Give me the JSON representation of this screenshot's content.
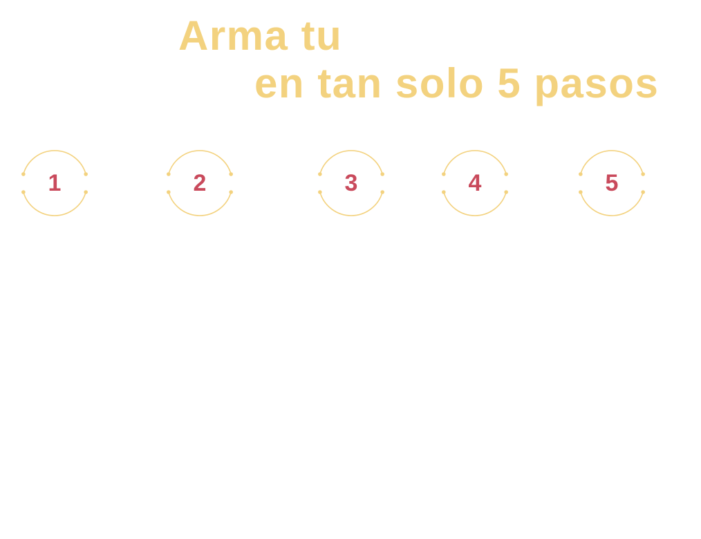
{
  "title": {
    "line1": "Arma tu",
    "line2": "en tan solo 5 pasos"
  },
  "steps": [
    {
      "number": "1"
    },
    {
      "number": "2"
    },
    {
      "number": "3"
    },
    {
      "number": "4"
    },
    {
      "number": "5"
    }
  ],
  "colors": {
    "accent": "#f3d27f",
    "number": "#c94a5c",
    "background": "#ffffff"
  }
}
